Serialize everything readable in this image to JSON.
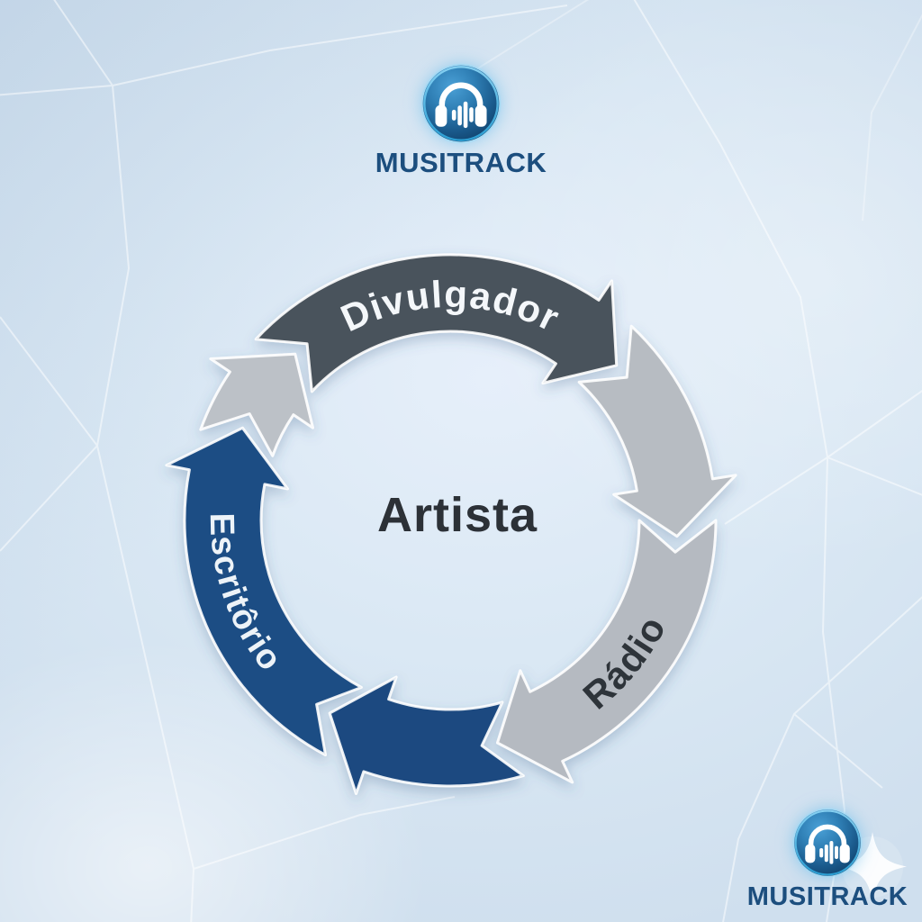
{
  "header": {
    "brand": "MUSITRACK",
    "logo_icon": "headphones-badge-icon"
  },
  "footer": {
    "brand": "MUSITRACK",
    "logo_icon": "headphones-badge-icon",
    "sparkle_icon": "sparkle-icon"
  },
  "diagram": {
    "type": "cycle",
    "flow_direction": "clockwise",
    "center_label": "Artista",
    "center_label_color": "#2c3137",
    "segments": [
      {
        "id": "divulgador",
        "label": "Divulgador",
        "color": "#4a525b",
        "label_color": "#f4f7fa",
        "position": "top"
      },
      {
        "id": "connector-right",
        "label": "",
        "color": "#b7bcc2",
        "label_color": "",
        "position": "right"
      },
      {
        "id": "radio",
        "label": "Rádio",
        "color": "#b5bac1",
        "label_color": "#2e343a",
        "position": "bottom-right"
      },
      {
        "id": "connector-bottom",
        "label": "",
        "color": "#1a4a80",
        "label_color": "",
        "position": "bottom"
      },
      {
        "id": "escritorio",
        "label": "Escritôrio",
        "color": "#1d4d84",
        "label_color": "#edf3f8",
        "position": "left"
      },
      {
        "id": "connector-top-left",
        "label": "",
        "color": "#bcc1c7",
        "label_color": "",
        "position": "top-left"
      }
    ]
  },
  "palette": {
    "background": "#d9e6f2",
    "brand_text": "#1c4e7e",
    "badge_blue": "#1a5a8c",
    "badge_ring": "#5ec6f2",
    "mesh_line": "#ffffff"
  }
}
